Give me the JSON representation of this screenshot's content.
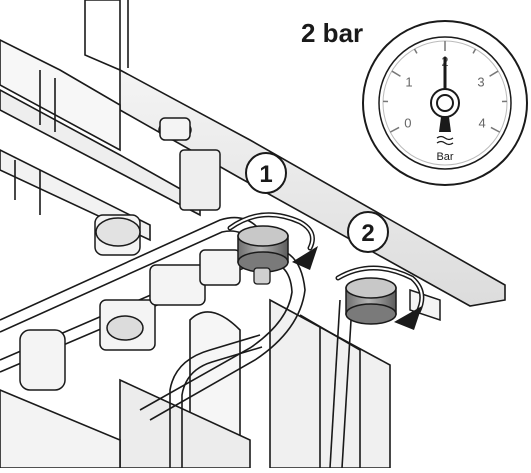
{
  "pressure_label": "2 bar",
  "gauge": {
    "unit": "Bar",
    "ticks": [
      "0",
      "1",
      "2",
      "3",
      "4"
    ],
    "needle_value": 2
  },
  "callouts": {
    "step_1": "1",
    "step_2": "2"
  },
  "colors": {
    "line": "#1a1a1a",
    "knob_grey": "#8a8a8a",
    "panel_grey": "#e6e6e6",
    "arrow": "#1a1a1a"
  }
}
